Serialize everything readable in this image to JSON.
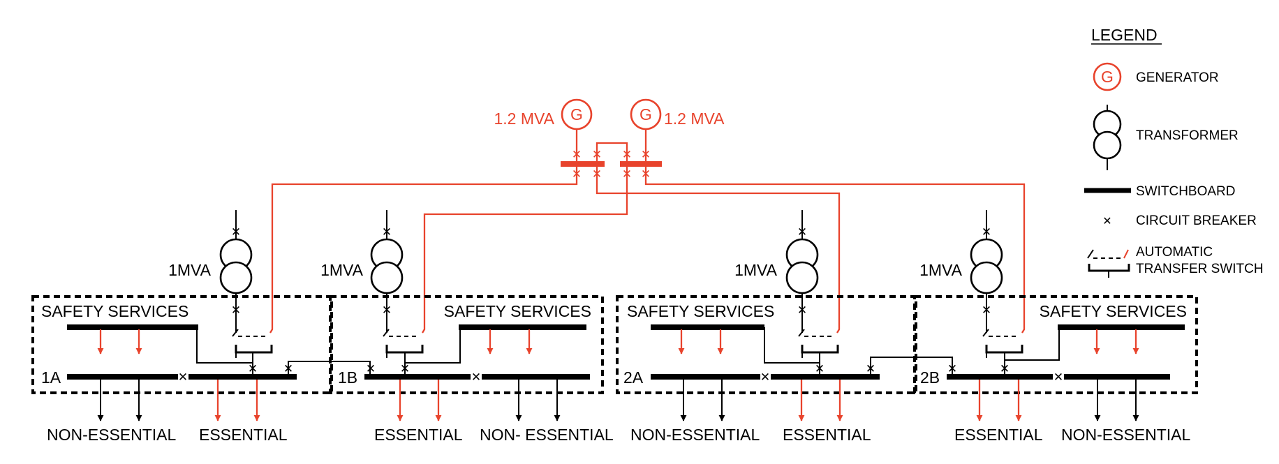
{
  "legend": {
    "title": "LEGEND",
    "items": {
      "generator": "GENERATOR",
      "transformer": "TRANSFORMER",
      "switchboard": "SWITCHBOARD",
      "circuit_breaker": "CIRCUIT BREAKER",
      "ats_line1": "AUTOMATIC",
      "ats_line2": "TRANSFER SWITCH"
    }
  },
  "generators": {
    "symbol": "G",
    "left_rating": "1.2 MVA",
    "right_rating": "1.2 MVA"
  },
  "transformers": {
    "t1": "1MVA",
    "t2": "1MVA",
    "t3": "1MVA",
    "t4": "1MVA"
  },
  "zones": {
    "z1": "SAFETY SERVICES",
    "z2": "SAFETY SERVICES",
    "z3": "SAFETY SERVICES",
    "z4": "SAFETY SERVICES"
  },
  "buses": {
    "b1": "1A",
    "b2": "1B",
    "b3": "2A",
    "b4": "2B"
  },
  "loads": {
    "l1": "NON-ESSENTIAL",
    "l2": "ESSENTIAL",
    "l3": "ESSENTIAL",
    "l4": "NON- ESSENTIAL",
    "l5": "NON-ESSENTIAL",
    "l6": "ESSENTIAL",
    "l7": "ESSENTIAL",
    "l8": "NON-ESSENTIAL"
  },
  "colors": {
    "generation": "#e8432c",
    "network": "#000000"
  },
  "icons": {
    "generator": "generator-icon",
    "transformer": "transformer-icon",
    "switchboard": "switchboard-icon",
    "circuit_breaker": "circuit-breaker-icon",
    "transfer_switch": "transfer-switch-icon"
  }
}
